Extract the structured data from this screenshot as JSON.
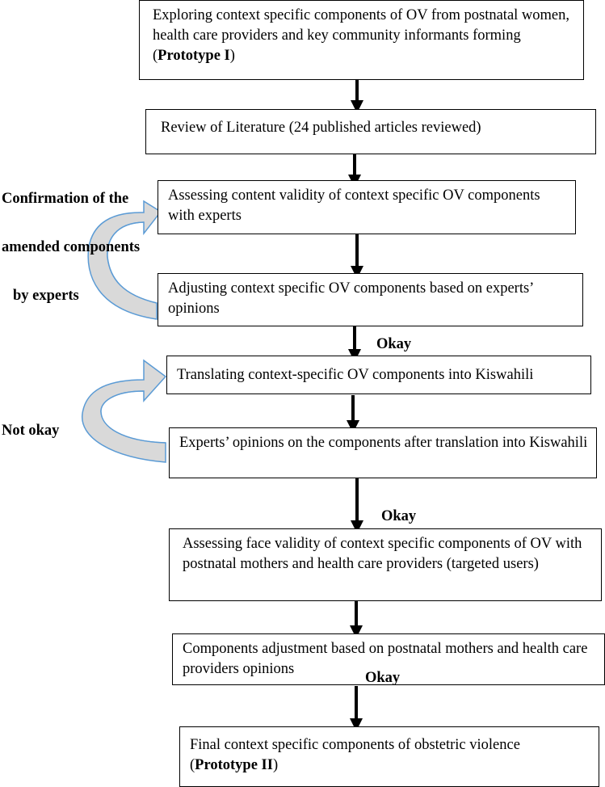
{
  "steps": [
    {
      "pre": "Exploring context specific components of OV from postnatal women, health care providers and key community informants forming (",
      "bold": "Prototype I",
      "post": ")"
    },
    {
      "pre": "Review of Literature (24 published articles reviewed)",
      "bold": "",
      "post": ""
    },
    {
      "pre": "Assessing content validity of context specific OV components with experts",
      "bold": "",
      "post": ""
    },
    {
      "pre": "Adjusting context specific OV components based on experts’ opinions",
      "bold": "",
      "post": ""
    },
    {
      "pre": "Translating context-specific OV components into Kiswahili",
      "bold": "",
      "post": ""
    },
    {
      "pre": "Experts’ opinions on the components after translation into Kiswahili",
      "bold": "",
      "post": ""
    },
    {
      "pre": "Assessing face validity of context specific components of OV with postnatal mothers and health care providers (targeted users)",
      "bold": "",
      "post": ""
    },
    {
      "pre": "Components adjustment based on postnatal mothers and health care providers opinions",
      "bold": "",
      "post": ""
    },
    {
      "pre": "Final context specific components of obstetric violence (",
      "bold": "Prototype II",
      "post": ")"
    }
  ],
  "labels": {
    "okay_1": "Okay",
    "okay_2": "Okay",
    "okay_3": "Okay",
    "loop_1_line_1": "Confirmation of the",
    "loop_1_line_2": "amended components",
    "loop_1_line_3": "by experts",
    "loop_2": "Not okay"
  },
  "colors": {
    "loop_stroke": "#5b9bd5",
    "loop_fill": "#d9d9d9",
    "arrow": "#000000"
  }
}
